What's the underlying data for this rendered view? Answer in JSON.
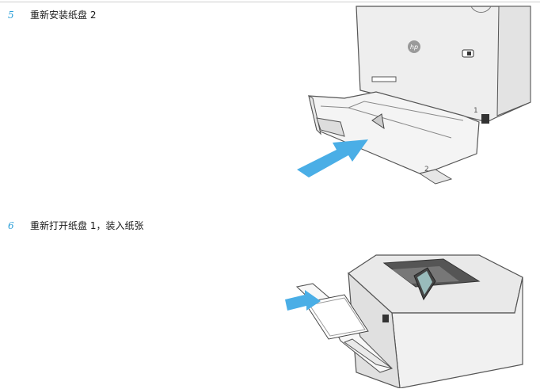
{
  "steps": [
    {
      "number": "5",
      "text": "重新安装纸盘 2",
      "illustration": "tray-2-insert-illustration"
    },
    {
      "number": "6",
      "text": "重新打开纸盘 1，装入纸张",
      "illustration": "tray-1-load-paper-illustration"
    }
  ],
  "illustration": {
    "tray_label": "2",
    "body_label": "1",
    "arrow_color": "#4aaee6",
    "printer_color": "#eeeeee",
    "outline_color": "#555555"
  }
}
